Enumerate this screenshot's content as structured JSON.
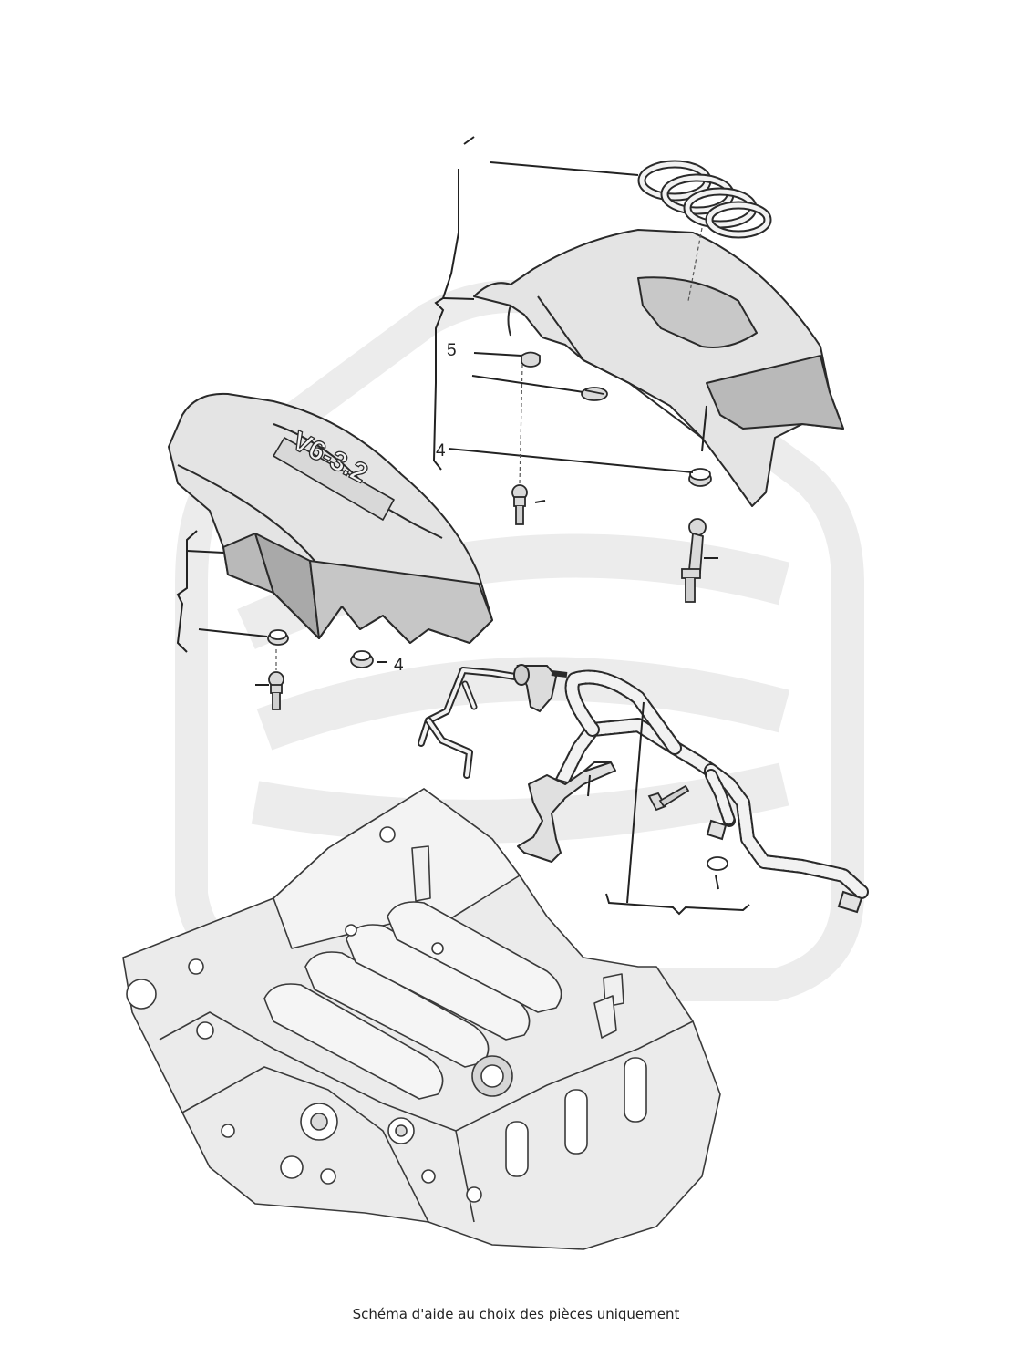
{
  "diagram": {
    "callouts": {
      "c5_top": "5",
      "c4_top": "4",
      "c4_left": "4"
    },
    "emblem_text": "V6-3.2"
  },
  "caption": "Schéma d'aide au choix des pièces uniquement",
  "colors": {
    "watermark": "#ececec",
    "part_fill": "#e4e4e4",
    "part_shadow": "#b9b9b9",
    "outline": "#2a2a2a",
    "engine_fill": "#ebebeb"
  }
}
